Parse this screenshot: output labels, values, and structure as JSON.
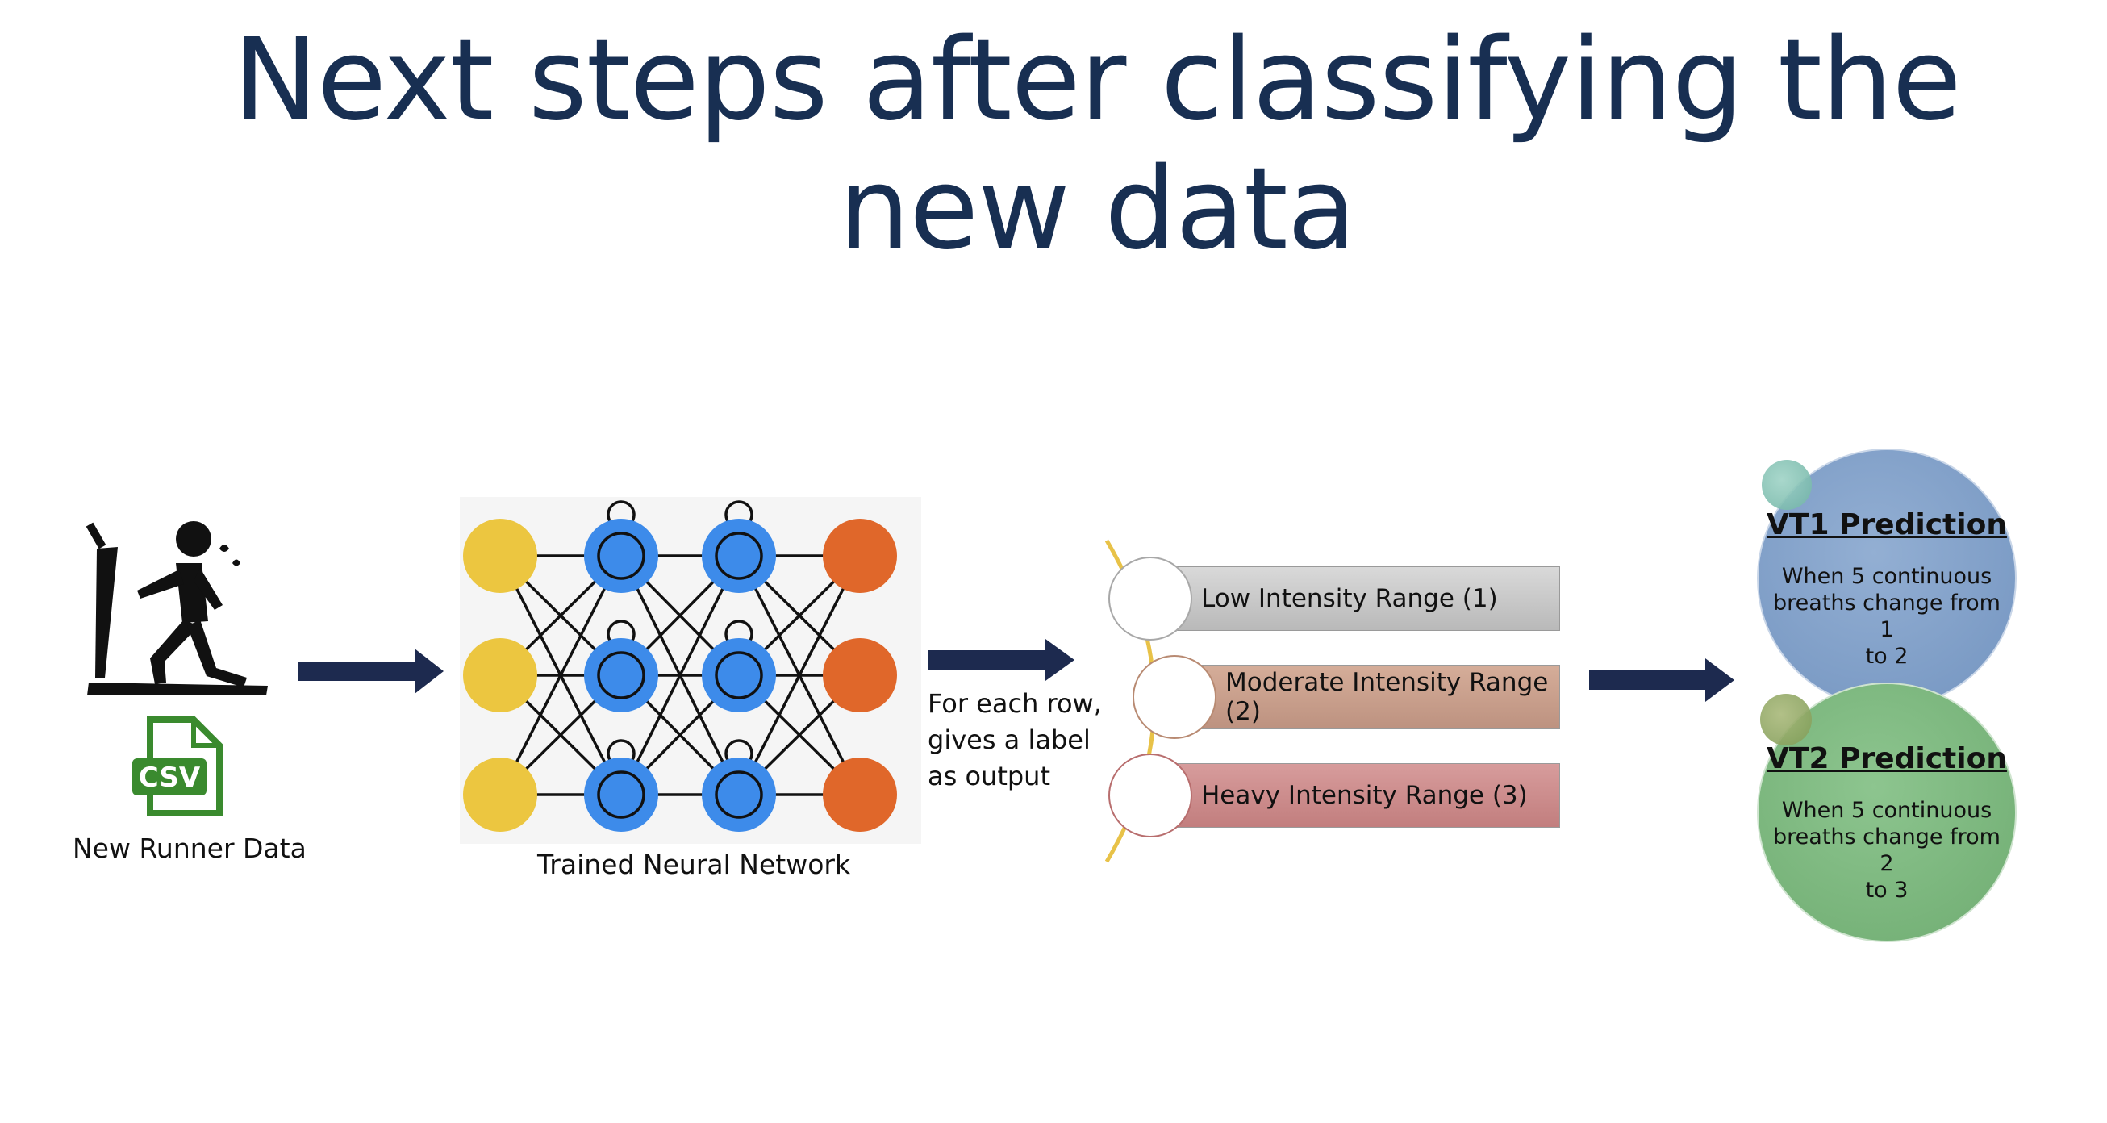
{
  "title": "Next steps after classifying the new data",
  "runner": {
    "label": "New Runner Data",
    "csv_text": "CSV",
    "icons": [
      "treadmill-runner-icon",
      "csv-file-icon"
    ]
  },
  "network": {
    "label": "Trained Neural Network",
    "layers": [
      {
        "color": "#ecc640",
        "nodes": 3
      },
      {
        "color": "#3d8bea",
        "nodes": 3
      },
      {
        "color": "#3d8bea",
        "nodes": 3
      },
      {
        "color": "#e0672a",
        "nodes": 3
      }
    ]
  },
  "output_note": {
    "line1": "For each row,",
    "line2": "gives a label",
    "line3": "as output"
  },
  "ranges": [
    {
      "label": "Low Intensity Range (1)",
      "color": "#c9c9c9"
    },
    {
      "label": "Moderate Intensity Range (2)",
      "color": "#c9a290"
    },
    {
      "label": "Heavy Intensity Range (3)",
      "color": "#cd8e8e"
    }
  ],
  "predictions": [
    {
      "title": "VT1 Prediction",
      "line1": "When 5 continuous",
      "line2": "breaths change from 1",
      "line3": "to 2",
      "color": "#7f9fc8"
    },
    {
      "title": "VT2 Prediction",
      "line1": "When 5 continuous",
      "line2": "breaths change from 2",
      "line3": "to 3",
      "color": "#7db57e"
    }
  ],
  "arrow_color": "#1d2a4f"
}
